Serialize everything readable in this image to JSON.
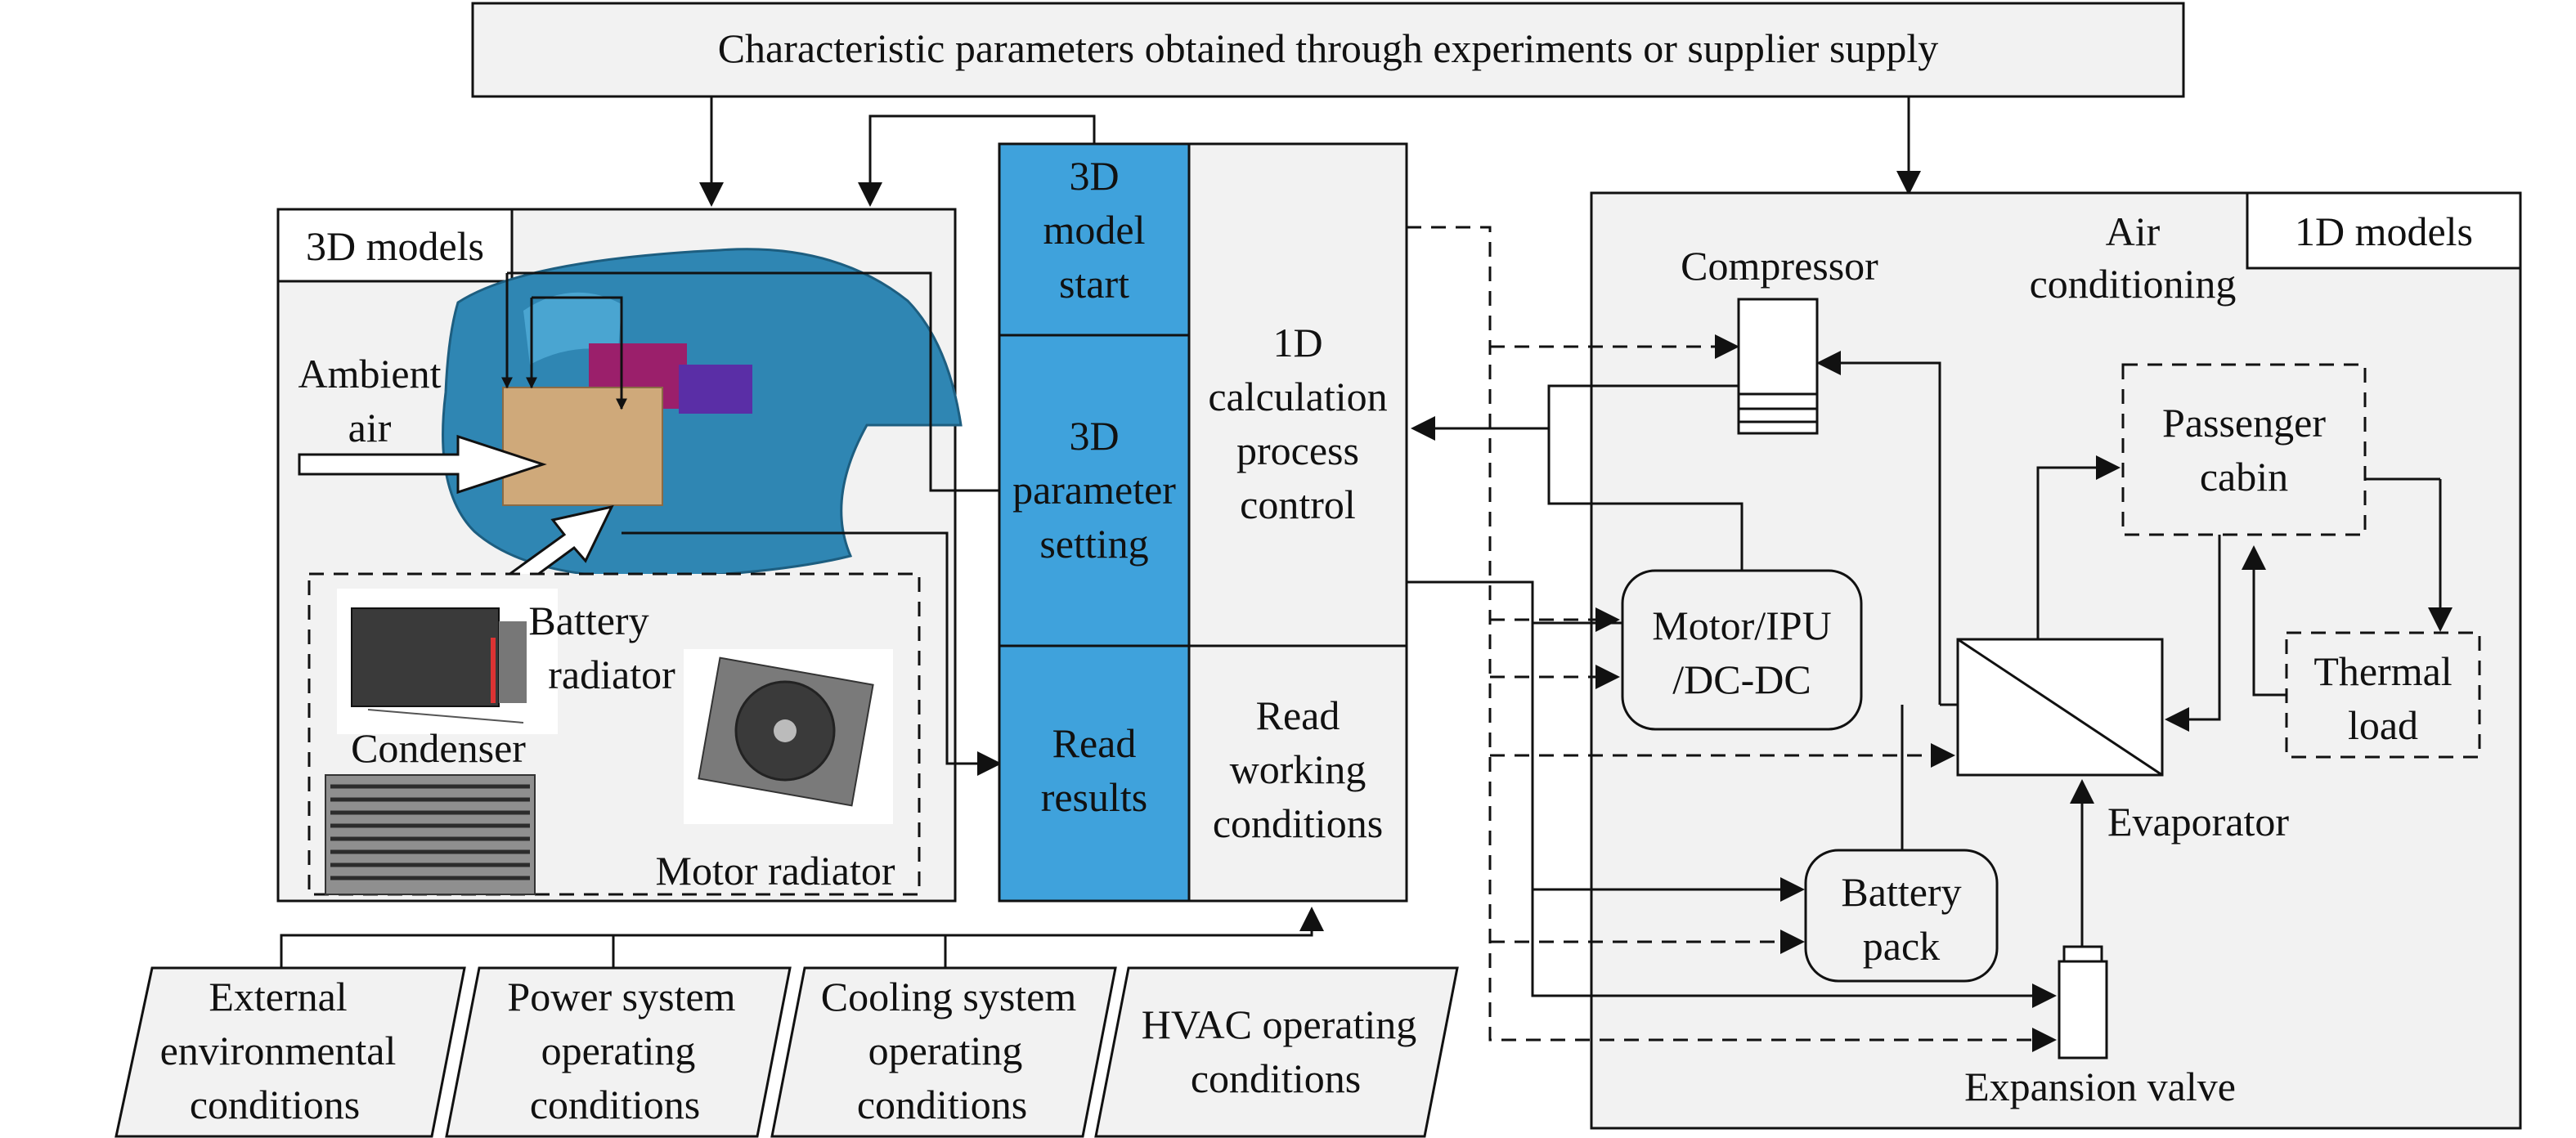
{
  "top_banner": "Characteristic parameters obtained through experiments or supplier supply",
  "models_3d": {
    "title": "3D models",
    "ambient_air": [
      "Ambient",
      "air"
    ],
    "battery_radiator": [
      "Battery",
      "radiator"
    ],
    "condenser": "Condenser",
    "motor_radiator": "Motor radiator"
  },
  "control": {
    "model_start": [
      "3D",
      "model",
      "start"
    ],
    "parameter_setting": [
      "3D",
      "parameter",
      "setting"
    ],
    "read_results": [
      "Read",
      "results"
    ],
    "process_control": [
      "1D",
      "calculation",
      "process",
      "control"
    ],
    "read_working": [
      "Read",
      "working",
      "conditions"
    ]
  },
  "models_1d": {
    "title": "1D models",
    "air_conditioning": [
      "Air",
      "conditioning"
    ],
    "compressor": "Compressor",
    "passenger_cabin": [
      "Passenger",
      "cabin"
    ],
    "motor_ipu": [
      "Motor/IPU",
      "/DC-DC"
    ],
    "thermal_load": [
      "Thermal",
      "load"
    ],
    "evaporator": "Evaporator",
    "battery_pack": [
      "Battery",
      "pack"
    ],
    "expansion_valve": "Expansion valve"
  },
  "inputs": [
    [
      "External",
      "environmental",
      "conditions"
    ],
    [
      "Power system",
      "operating",
      "conditions"
    ],
    [
      "Cooling system",
      "operating",
      "conditions"
    ],
    [
      "HVAC operating",
      "conditions"
    ]
  ]
}
